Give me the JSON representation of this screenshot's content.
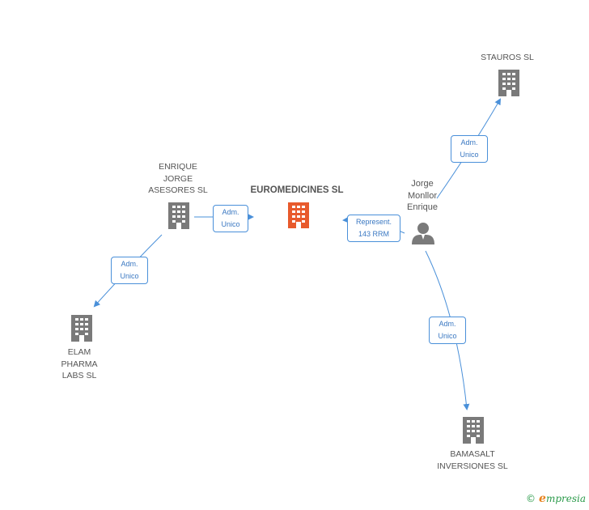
{
  "colors": {
    "edge": "#4a90d9",
    "building": "#7a7a7a",
    "building_main": "#e85a2c",
    "person": "#7a7a7a"
  },
  "nodes": {
    "euromedicines": {
      "label": "EUROMEDICINES SL",
      "icon": "building-icon"
    },
    "enrique_jorge": {
      "label": "ENRIQUE\nJORGE\nASESORES SL",
      "icon": "building-icon"
    },
    "elam": {
      "label": "ELAM\nPHARMA\nLABS  SL",
      "icon": "building-icon"
    },
    "jorge_monllor": {
      "label": "Jorge\nMonllor\nEnrique",
      "icon": "person-icon"
    },
    "stauros": {
      "label": "STAUROS SL",
      "icon": "building-icon"
    },
    "bamasalt": {
      "label": "BAMASALT\nINVERSIONES SL",
      "icon": "building-icon"
    }
  },
  "edges": {
    "enrique_to_euro": "Adm.\nUnico",
    "enrique_to_elam": "Adm.\nUnico",
    "jorge_to_euro": "Represent.\n143 RRM",
    "jorge_to_stauros": "Adm.\nUnico",
    "jorge_to_bamasalt": "Adm.\nUnico"
  },
  "footer": {
    "copyright": "©",
    "brand_initial": "e",
    "brand_rest": "mpresia"
  }
}
